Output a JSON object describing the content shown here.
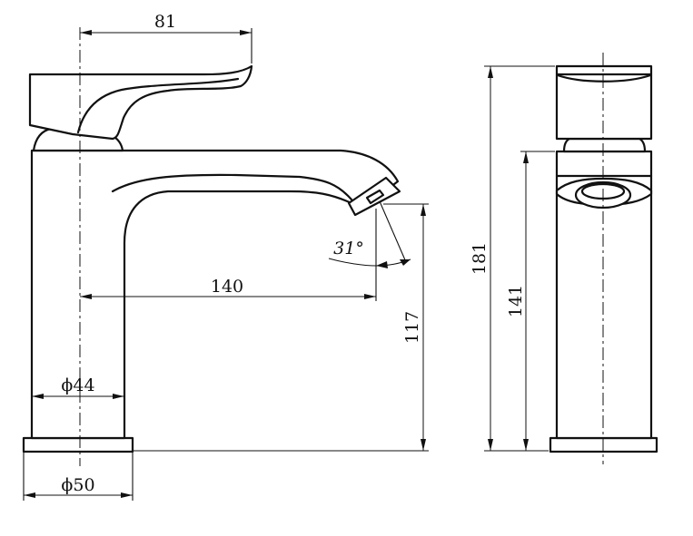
{
  "dimensions": {
    "handle_reach": "81",
    "spout_reach": "140",
    "spout_angle": "31°",
    "spout_height": "117",
    "body_diameter": "ϕ44",
    "base_diameter": "ϕ50",
    "total_height": "181",
    "body_height": "141"
  },
  "colors": {
    "line": "#111111",
    "background": "#ffffff"
  }
}
